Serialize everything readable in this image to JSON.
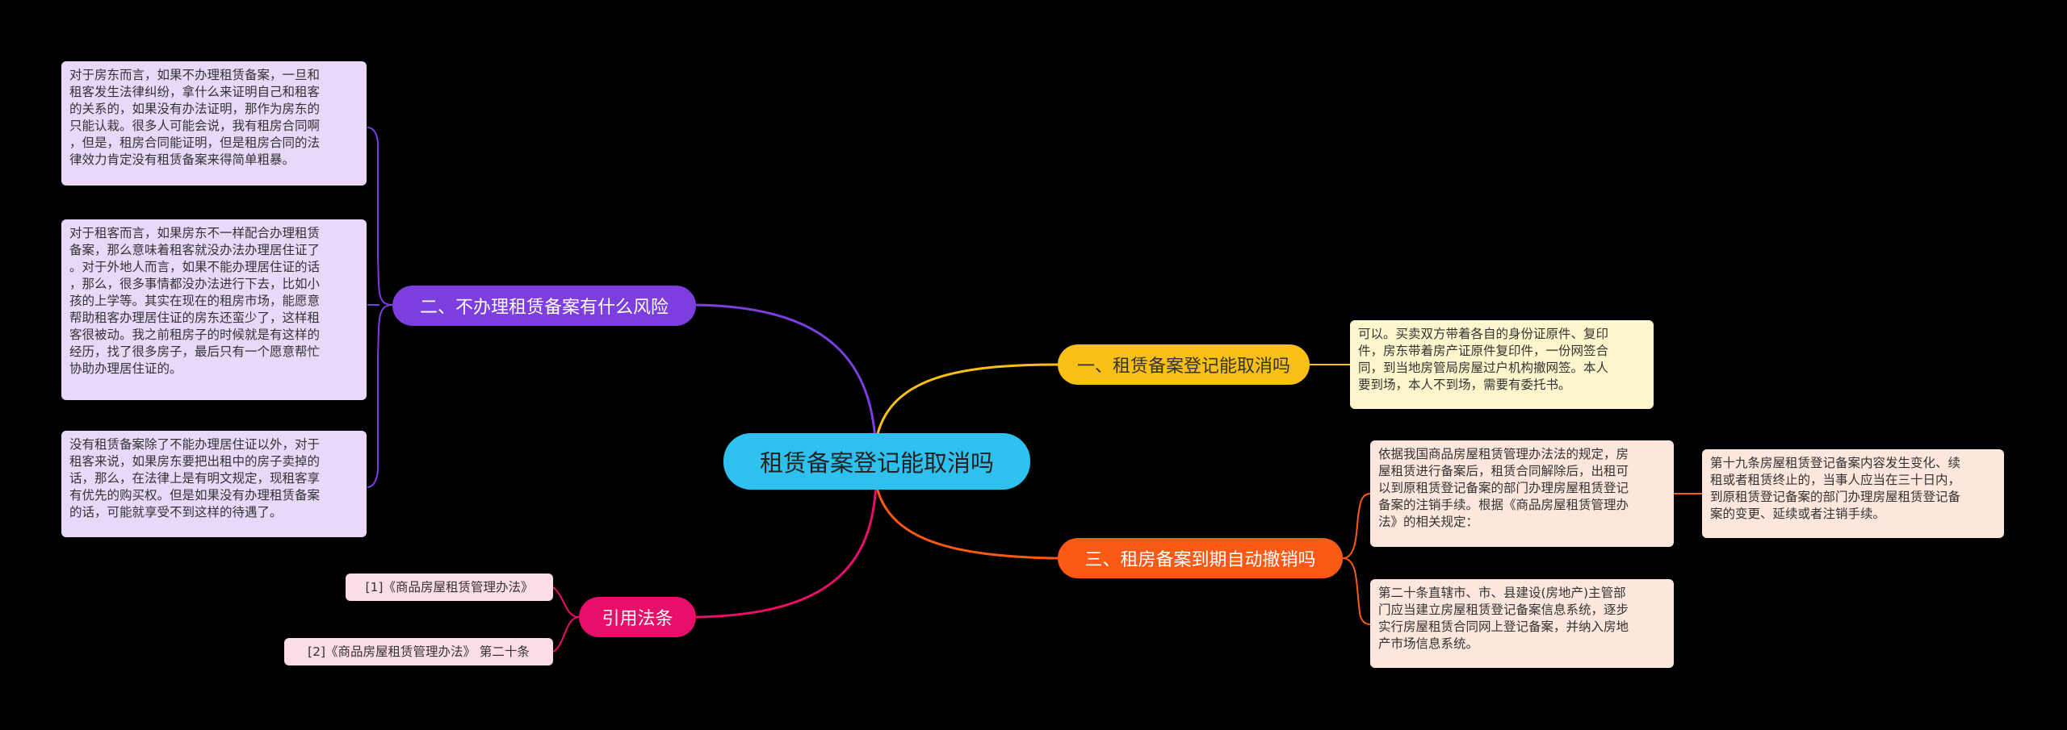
{
  "colors": {
    "background": "#000000",
    "root": "#2ec0ee",
    "branch_purple": "#7d3ee0",
    "branch_yellow": "#f8bf16",
    "branch_orange": "#fb5a16",
    "branch_pink": "#ea0e6a"
  },
  "root": {
    "label": "租赁备案登记能取消吗"
  },
  "branches": {
    "b1": {
      "label": "一、租赁备案登记能取消吗",
      "leaf": "可以。买卖双方带着各自的身份证原件、复印\n件，房东带着房产证原件复印件，一份网签合\n同，到当地房管局房屋过户机构撤网签。本人\n要到场，本人不到场，需要有委托书。"
    },
    "b2": {
      "label": "二、不办理租赁备案有什么风险",
      "leaf1": "对于房东而言，如果不办理租赁备案，一旦和\n租客发生法律纠纷，拿什么来证明自己和租客\n的关系的，如果没有办法证明，那作为房东的\n只能认栽。很多人可能会说，我有租房合同啊\n，但是，租房合同能证明，但是租房合同的法\n律效力肯定没有租赁备案来得简单粗暴。",
      "leaf2": "对于租客而言，如果房东不一样配合办理租赁\n备案，那么意味着租客就没办法办理居住证了\n。对于外地人而言，如果不能办理居住证的话\n，那么，很多事情都没办法进行下去，比如小\n孩的上学等。其实在现在的租房市场，能愿意\n帮助租客办理居住证的房东还蛮少了，这样租\n客很被动。我之前租房子的时候就是有这样的\n经历，找了很多房子，最后只有一个愿意帮忙\n协助办理居住证的。",
      "leaf3": "没有租赁备案除了不能办理居住证以外，对于\n租客来说，如果房东要把出租中的房子卖掉的\n话，那么，在法律上是有明文规定，现租客享\n有优先的购买权。但是如果没有办理租赁备案\n的话，可能就享受不到这样的待遇了。"
    },
    "b3": {
      "label": "三、租房备案到期自动撤销吗",
      "leaf1": "依据我国商品房屋租赁管理办法法的规定，房\n屋租赁进行备案后，租赁合同解除后，出租可\n以到原租赁登记备案的部门办理房屋租赁登记\n备案的注销手续。根据《商品房屋租赁管理办\n法》的相关规定：",
      "leaf1_child": "第十九条房屋租赁登记备案内容发生变化、续\n租或者租赁终止的，当事人应当在三十日内，\n到原租赁登记备案的部门办理房屋租赁登记备\n案的变更、延续或者注销手续。",
      "leaf2": "第二十条直辖市、市、县建设(房地产)主管部\n门应当建立房屋租赁登记备案信息系统，逐步\n实行房屋租赁合同网上登记备案，并纳入房地\n产市场信息系统。"
    },
    "b4": {
      "label": "引用法条",
      "leaf1": "[1]《商品房屋租赁管理办法》",
      "leaf2": "[2]《商品房屋租赁管理办法》 第二十条"
    }
  }
}
